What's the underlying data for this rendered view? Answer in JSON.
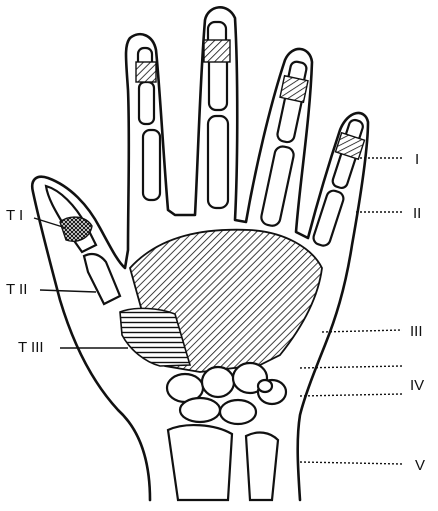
{
  "figure": {
    "labels_left": {
      "t1": "T I",
      "t2": "T II",
      "t3": "T III"
    },
    "labels_right": {
      "r1": "I",
      "r2": "II",
      "r3": "III",
      "r4": "IV",
      "r5": "V"
    }
  }
}
